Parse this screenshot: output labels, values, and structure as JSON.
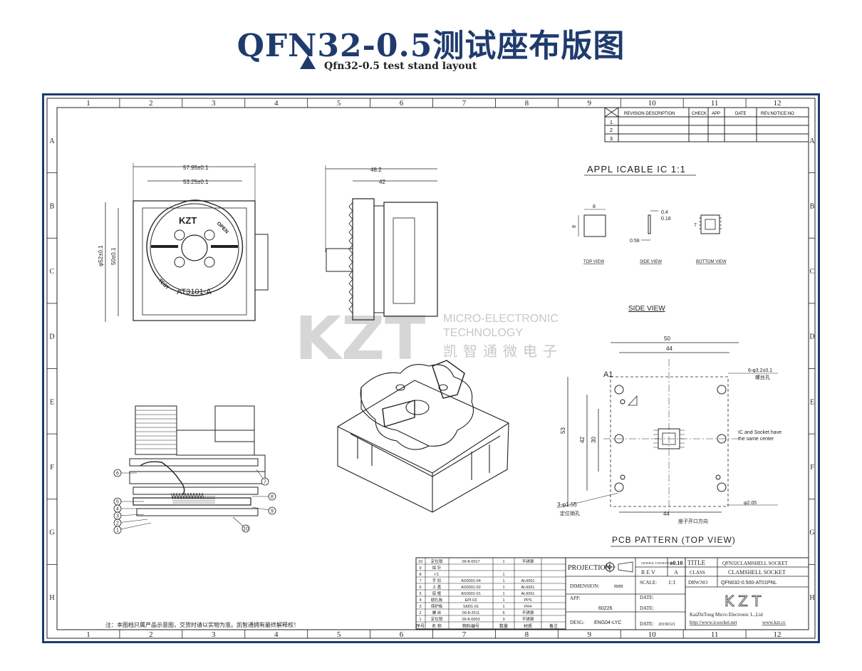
{
  "header": {
    "title": "QFN32-0.5测试座布版图",
    "subtitle": "Qfn32-0.5 test stand layout"
  },
  "colors": {
    "title": "#1f3b6e",
    "line": "#222222",
    "watermark": "#d8d8d8"
  },
  "grid": {
    "columns": [
      "1",
      "2",
      "3",
      "4",
      "5",
      "6",
      "7",
      "8",
      "9",
      "10",
      "11",
      "12"
    ],
    "rows": [
      "A",
      "B",
      "C",
      "D",
      "E",
      "F",
      "G",
      "H"
    ]
  },
  "revision_table": {
    "headers": [
      "REVISION DESCRIPTION",
      "CHECK",
      "APP",
      "DATE",
      "REV.NOTICE.NO"
    ],
    "rows": [
      "1",
      "2",
      "3"
    ]
  },
  "views": {
    "applicable_ic": "APPL ICABLE IC 1:1",
    "top_view": "TOP VIEW",
    "side_view_small": "SIDE VIEW",
    "bottom_view": "BOTTOM VIEW",
    "side_view": "SIDE VIEW",
    "pcb_pattern": "PCB PATTERN (TOP VIEW)"
  },
  "top_drawing": {
    "dim_outer": "57.95±0.1",
    "dim_inner": "53.25±0.1",
    "dim_left_outer": "φ52±0.1",
    "dim_left_inner": "50±0.1",
    "logo": "KZT",
    "open": "OPEN",
    "test": "TEST",
    "model": "AT3101-A"
  },
  "side_drawing": {
    "dim_outer": "48.2",
    "dim_inner": "42"
  },
  "ic_dims": {
    "a": "8",
    "b": "8",
    "c": "0.4",
    "d": "0.18",
    "e": "0.58",
    "f": "7"
  },
  "pcb": {
    "dim_top_outer": "50",
    "dim_top_inner": "44",
    "dim_bottom": "44",
    "dim_left_outer": "53",
    "dim_left_mid": "42",
    "dim_left_inner": "30",
    "a1": "A1",
    "hole_note": "6-φ3.2±0.1",
    "hole_note_cn": "螺丝孔",
    "center_note_1": "IC and Socket have",
    "center_note_2": "the same center",
    "pin_note": "3-φ1.55",
    "pin_note_cn": "定位销孔",
    "hole_right": "φ2.05",
    "opening_note": "座子开口方向"
  },
  "callouts": [
    "6",
    "7",
    "5",
    "4",
    "3",
    "2",
    "1",
    "8",
    "9",
    "10"
  ],
  "watermark": {
    "logo": "KZT",
    "line1": "MICRO-ELECTRONIC",
    "line2": "TECHNOLOGY",
    "line3": "凯智通微电子"
  },
  "bom": {
    "rows": [
      [
        "10",
        "定位销",
        "09-8-0017",
        "1",
        "不锈钢",
        ""
      ],
      [
        "9",
        "探 针",
        "",
        "",
        "",
        ""
      ],
      [
        "8",
        "I C",
        "",
        "1",
        "",
        ""
      ],
      [
        "7",
        "手 扣",
        "AS0001-04",
        "1",
        "AL6061",
        ""
      ],
      [
        "6",
        "上 盖",
        "AS0001-02",
        "1",
        "AL6061",
        ""
      ],
      [
        "5",
        "底 框",
        "AS0001-01",
        "1",
        "AL6061",
        ""
      ],
      [
        "4",
        "结扎板",
        "EPI-03",
        "1",
        "PPS",
        ""
      ],
      [
        "3",
        "保护板",
        "SI001-01",
        "1",
        "FR4",
        ""
      ],
      [
        "2",
        "螺 丝",
        "09-8-2511",
        "6",
        "不锈钢",
        ""
      ],
      [
        "1",
        "定位销",
        "09-8-0003",
        "3",
        "不锈钢",
        ""
      ]
    ],
    "footer": [
      "序号",
      "名 称",
      "物料编号",
      "数量",
      "材质",
      "备注"
    ]
  },
  "title_block": {
    "projection": "PROJECTION",
    "general_tol": "GENERAL TOLERANCES",
    "tol": "±0.10",
    "title_label": "TITLE",
    "title_value": "QFN32CLAMSHELL SOCKET",
    "rev_label": "R E V",
    "rev_value": "A",
    "class_label": "CLASS",
    "class_value": "CLAMSHELL SOCKET",
    "dimension_label": "DIMENSION:",
    "dimension_value": "mm",
    "scale_label": "SCALE:",
    "scale_value": "1:1",
    "drw_label": "DRW.NO",
    "drw_value": "QFN032-0.500-AT01PNL",
    "app_label": "APP:",
    "date_label_1": "DATE:",
    "code": "60226",
    "date_label_2": "DATE:",
    "desg_label": "DESG:",
    "desg_value": "ENG04-LYC",
    "date_label_3": "DATE:",
    "date_value": "20190321",
    "company_logo": "KZT",
    "company": "KaiZhiTong Micro Electronic L.,Ltd",
    "web1": "http://www.icsocket.net",
    "web2": "www.kzt.cc"
  },
  "note": "注：本图档只属产品示意图，交货时请以实物为准。凯智通拥有最终解释权！"
}
